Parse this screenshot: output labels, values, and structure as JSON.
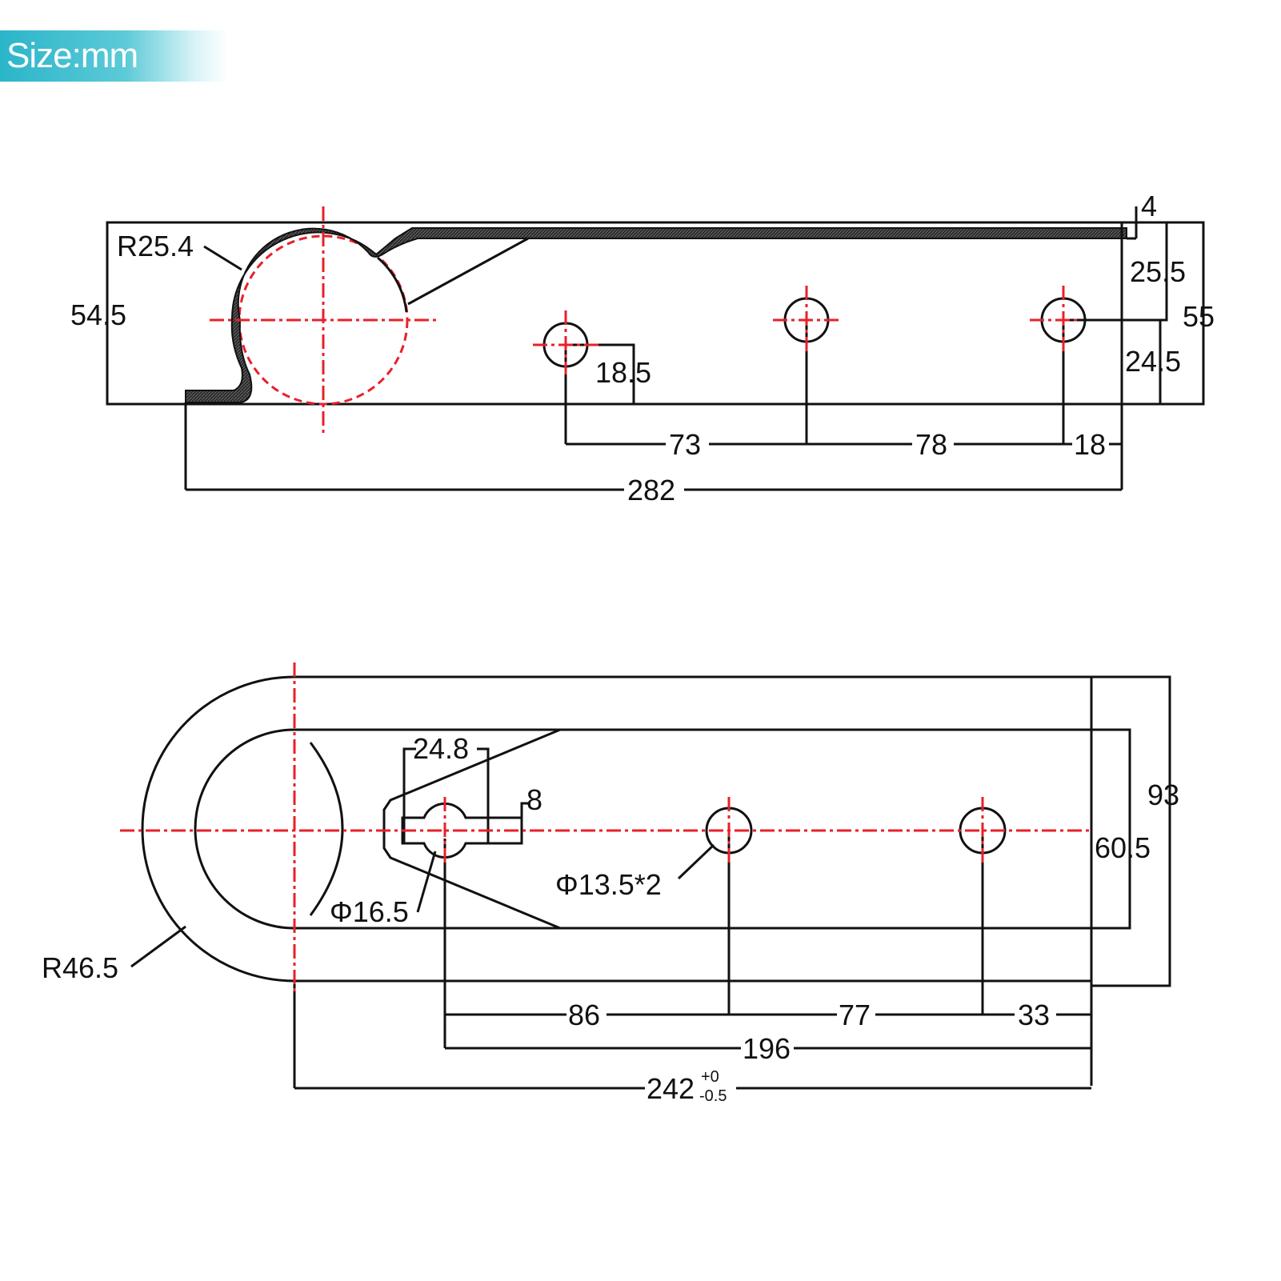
{
  "badge": {
    "label": "Size:mm"
  },
  "colors": {
    "badge": "#2bb5c9",
    "outline": "#111111",
    "centerline": "#e8202a"
  },
  "side_view": {
    "dims": {
      "overall_length": "282",
      "height_left": "54.5",
      "height_right": "55",
      "pivot_radius": "R25.4",
      "thickness": "4",
      "top_to_hole": "25.5",
      "hole_to_bottom": "24.5",
      "first_hole_offset": "18.5",
      "hole_spacing_1": "73",
      "hole_spacing_2": "78",
      "end_offset": "18"
    }
  },
  "top_view": {
    "dims": {
      "outer_radius": "R46.5",
      "slot_width": "24.8",
      "slot_depth": "8",
      "pivot_hole": "Φ16.5",
      "mount_holes": "Φ13.5*2",
      "spacing_1": "86",
      "spacing_2": "77",
      "end_offset": "33",
      "hole_span": "196",
      "overall_length": "242",
      "tolerance_upper": "+0",
      "tolerance_lower": "-0.5",
      "inner_width": "60.5",
      "outer_width": "93"
    }
  }
}
